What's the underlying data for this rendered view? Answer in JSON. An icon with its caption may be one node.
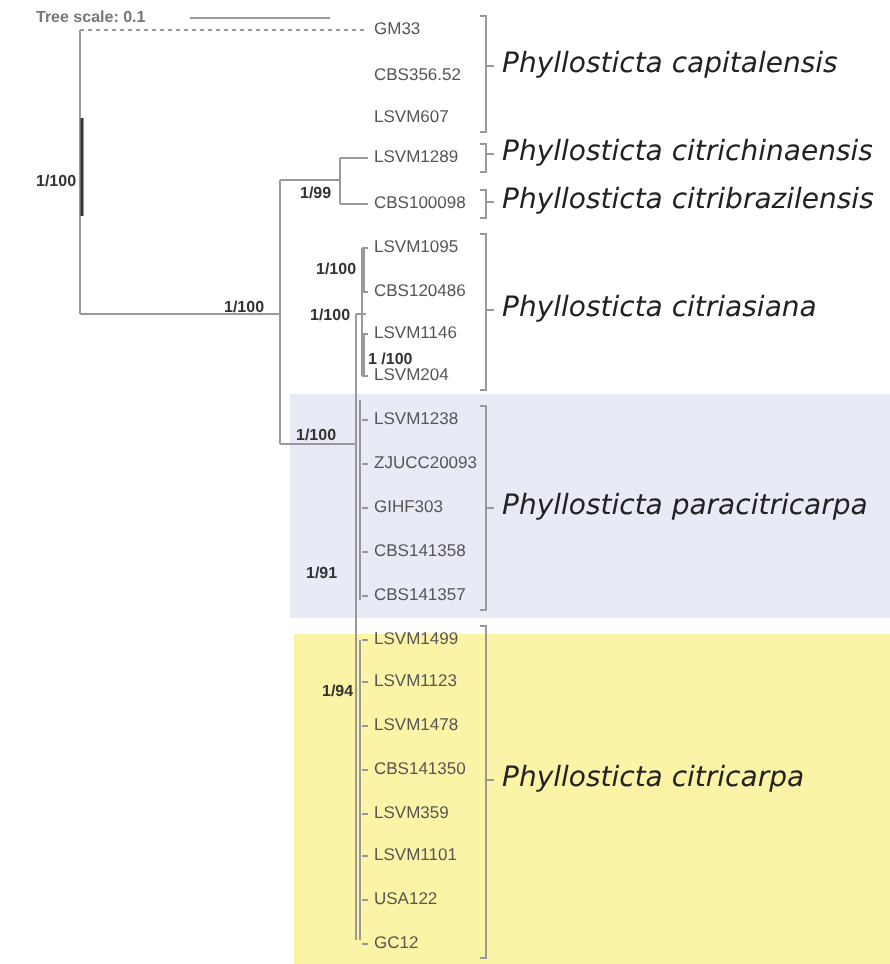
{
  "diagram": {
    "labels": [
      "Tree scale: 0.1",
      "GM33",
      "CBS356.52",
      "LSVM607",
      "LSVM1289",
      "CBS100098",
      "LSVM1095",
      "CBS120486",
      "LSVM1146",
      "LSVM204",
      "LSVM1238",
      "ZJUCC20093",
      "GIHF303",
      "CBS141358",
      "CBS141357",
      "LSVM1499",
      "LSVM1123",
      "LSVM1478",
      "CBS141350",
      "LSVM359",
      "LSVM1101",
      "USA122",
      "GC12",
      "Phyllosticta capitalensis",
      "Phyllosticta citrichinaensis",
      "Phyllosticta citribrazilensis",
      "Phyllosticta citriasiana",
      "Phyllosticta paracitricarpa",
      "Phyllosticta citricarpa",
      "1/100",
      "1/99",
      "1/100",
      "1/100",
      "1/100",
      "1 /100",
      "1/100",
      "1/91",
      "1/94"
    ]
  }
}
